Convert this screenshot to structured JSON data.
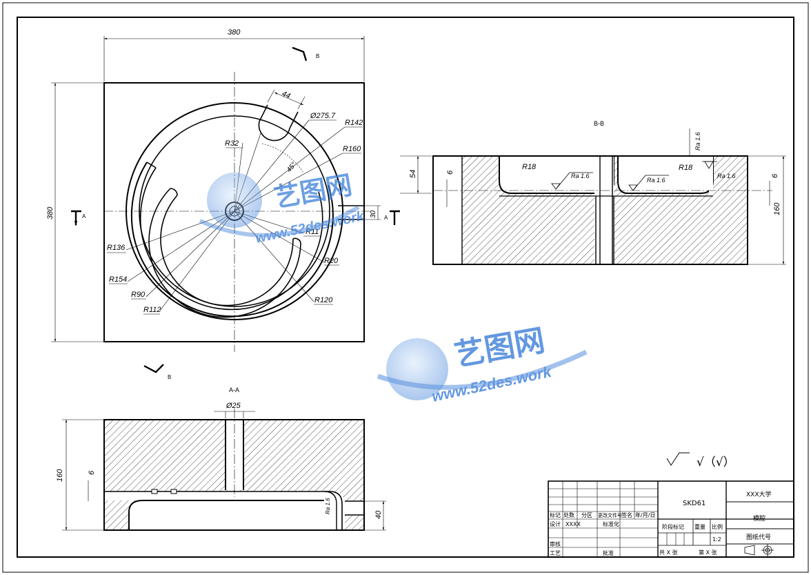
{
  "top_view": {
    "width_dim": "380",
    "height_dim": "380",
    "dims": {
      "d44": "44",
      "phi275": "Ø275.7",
      "r142": "R142",
      "r160": "R160",
      "r32": "R32",
      "a45": "45°",
      "r136": "R136",
      "r154": "R154",
      "r90": "R90",
      "r112": "R112",
      "r11": "R11",
      "r20": "R20",
      "r120": "R120",
      "d30": "30"
    },
    "section_marks": {
      "b_top": "B",
      "b_bottom": "B",
      "a_left": "A",
      "a_right": "A"
    }
  },
  "section_bb": {
    "title": "B-B",
    "dims": {
      "d54": "54",
      "d6a": "6",
      "d6b": "6",
      "d160": "160",
      "r18a": "R18",
      "r18b": "R18"
    },
    "roughness": {
      "ra1": "Ra 1.6",
      "ra2": "Ra 1.6",
      "ra3": "Ra 1.6",
      "ra4": "Ra 1.6"
    }
  },
  "section_aa": {
    "title": "A-A",
    "dims": {
      "phi25": "Ø25",
      "d160": "160",
      "d6": "6",
      "d40": "40",
      "ra": "Ra 1.6"
    }
  },
  "roughness_note": "√（√）",
  "title_block": {
    "material": "SKD61",
    "university": "XXX大学",
    "part_name": "模腔",
    "drawing_no": "图纸代号",
    "rev_headers": [
      "标记",
      "处数",
      "分区",
      "更改文件号",
      "签名",
      "年/月/日"
    ],
    "design_label": "设计",
    "designer": "XXXX",
    "standardize": "标准化",
    "review": "审核",
    "process": "工艺",
    "approve": "批准",
    "stage_mark": "阶段标记",
    "weight": "重量",
    "scale_label": "比例",
    "scale": "1:2",
    "sheets_total": "共 X 张",
    "sheet_no": "第 X 张"
  },
  "watermark": {
    "brand": "艺图网",
    "url": "www.52des.work"
  },
  "colors": {
    "line": "#000000",
    "watermark": "#3d7fd9",
    "watermark_light": "#9ec2ec"
  }
}
